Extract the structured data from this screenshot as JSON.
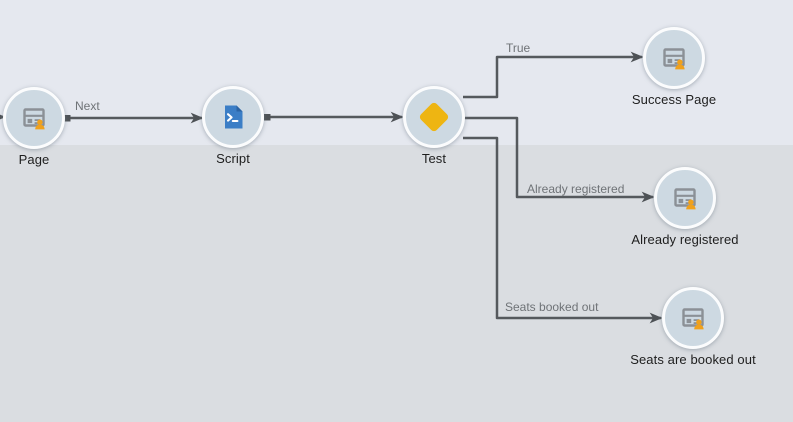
{
  "diagram": {
    "nodes": [
      {
        "id": "page",
        "type": "page",
        "label": "Page",
        "icon": "page-user-icon"
      },
      {
        "id": "script",
        "type": "script",
        "label": "Script",
        "icon": "script-file-icon"
      },
      {
        "id": "test",
        "type": "decision",
        "label": "Test",
        "icon": "decision-diamond-icon"
      },
      {
        "id": "success",
        "type": "page",
        "label": "Success Page",
        "icon": "page-user-icon"
      },
      {
        "id": "already",
        "type": "page",
        "label": "Already registered",
        "icon": "page-user-icon"
      },
      {
        "id": "seats",
        "type": "page",
        "label": "Seats are booked out",
        "icon": "page-user-icon"
      }
    ],
    "edges": [
      {
        "from": "offscreen-left",
        "to": "page",
        "label": ""
      },
      {
        "from": "page",
        "to": "script",
        "label": "Next"
      },
      {
        "from": "script",
        "to": "test",
        "label": ""
      },
      {
        "from": "test",
        "to": "success",
        "label": "True"
      },
      {
        "from": "test",
        "to": "already",
        "label": "Already registered"
      },
      {
        "from": "test",
        "to": "seats",
        "label": "Seats booked out"
      }
    ],
    "colors": {
      "background_top": "#e5e8ef",
      "background_bottom": "#dadde1",
      "node_fill": "#cdd9e2",
      "node_ring": "#fbfcfd",
      "icon_gray": "#8b9096",
      "person_orange": "#f0a11c",
      "script_blue": "#3b7ec6",
      "script_fold_blue": "#2b64a4",
      "diamond_gold": "#eeb512",
      "edge_stroke": "#55595d",
      "edge_label_text": "#6f7377",
      "node_label_text": "#1e1e1e"
    }
  }
}
